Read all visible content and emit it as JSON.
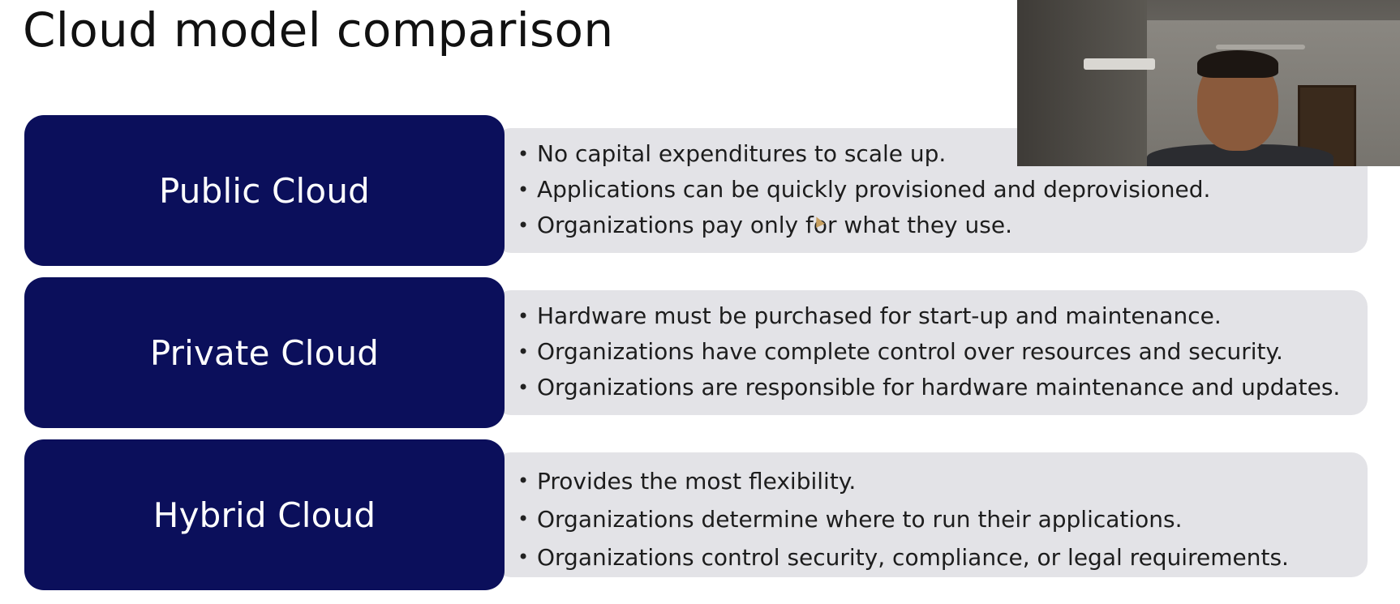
{
  "slide": {
    "title": "Cloud model comparison"
  },
  "rows": [
    {
      "label": "Public Cloud",
      "bullets": [
        "No capital expenditures to scale up.",
        "Applications can be quickly provisioned and deprovisioned.",
        "Organizations pay only for what they use."
      ]
    },
    {
      "label": "Private Cloud",
      "bullets": [
        "Hardware must be purchased for start-up and maintenance.",
        "Organizations have complete control over resources and security.",
        "Organizations are responsible for hardware maintenance and updates."
      ]
    },
    {
      "label": "Hybrid Cloud",
      "bullets": [
        "Provides the most flexibility.",
        "Organizations determine where to run their applications.",
        "Organizations control security, compliance, or legal requirements."
      ]
    }
  ],
  "bullet_glyph": "•",
  "colors": {
    "label_box": "#0b0f5b",
    "detail_box": "#e3e3e7",
    "title_text": "#111111"
  }
}
